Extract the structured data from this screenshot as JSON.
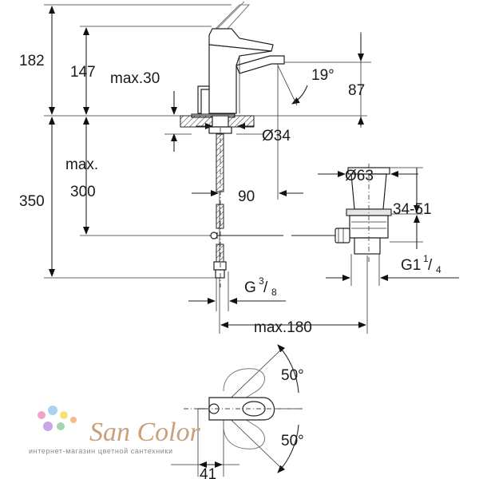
{
  "dimensions": {
    "d182": "182",
    "d147": "147",
    "max30": "max.30",
    "d19deg": "19°",
    "d87": "87",
    "d34dia": "Ø34",
    "max_label": "max.",
    "d300": "300",
    "d350": "350",
    "d90": "90",
    "d63dia": "Ø63",
    "d34_51": "34-51",
    "g1_main": "G1",
    "g1_frac_num": "1",
    "g1_frac_den": "4",
    "g38_main": "G",
    "g38_frac_num": "3",
    "g38_frac_den": "8",
    "max180": "max.180",
    "angle_top": "50°",
    "angle_bottom": "50°",
    "d41": "41"
  },
  "watermark": {
    "brand": "San Color",
    "tagline": "интернет-магазин цветной сантехники",
    "dot_colors": [
      "#f4a3c6",
      "#a8d1f2",
      "#f7e27a",
      "#c8a6e8",
      "#9fd8b0",
      "#f6b98a"
    ]
  }
}
